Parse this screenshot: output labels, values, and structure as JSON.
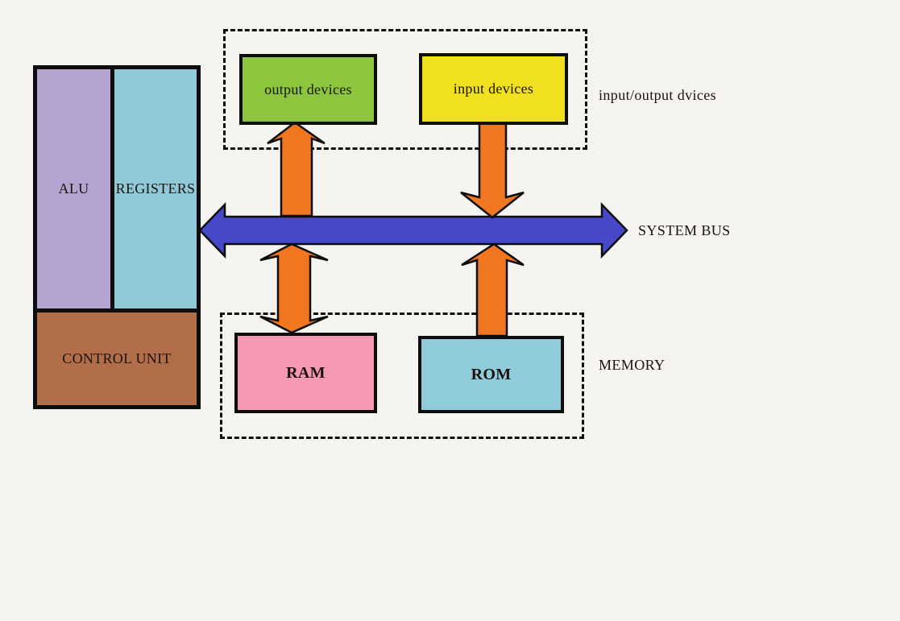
{
  "diagram": {
    "cpu": {
      "alu_label": "ALU",
      "registers_label": "REGISTERS",
      "control_unit_label": "CONTROL UNIT"
    },
    "io_devices": {
      "group_label": "input/output dvices",
      "output_label": "output devices",
      "input_label": "input devices"
    },
    "memory": {
      "group_label": "MEMORY",
      "ram_label": "RAM",
      "rom_label": "ROM"
    },
    "system_bus": {
      "label": "SYSTEM BUS"
    },
    "connections": [
      {
        "from": "system bus",
        "to": "output devices",
        "direction": "up"
      },
      {
        "from": "input devices",
        "to": "system bus",
        "direction": "down"
      },
      {
        "from": "system bus",
        "to": "RAM",
        "direction": "bidirectional"
      },
      {
        "from": "ROM",
        "to": "system bus",
        "direction": "up"
      }
    ]
  },
  "colors": {
    "background": "#f5f4f0",
    "alu": "#b5a3d2",
    "registers": "#90cad9",
    "control_unit": "#b26e49",
    "output_devices": "#8cc63c",
    "input_devices": "#f0e01f",
    "ram": "#f599b4",
    "rom": "#90cbdc",
    "bus": "#4748c8",
    "arrow": "#f0761f"
  }
}
